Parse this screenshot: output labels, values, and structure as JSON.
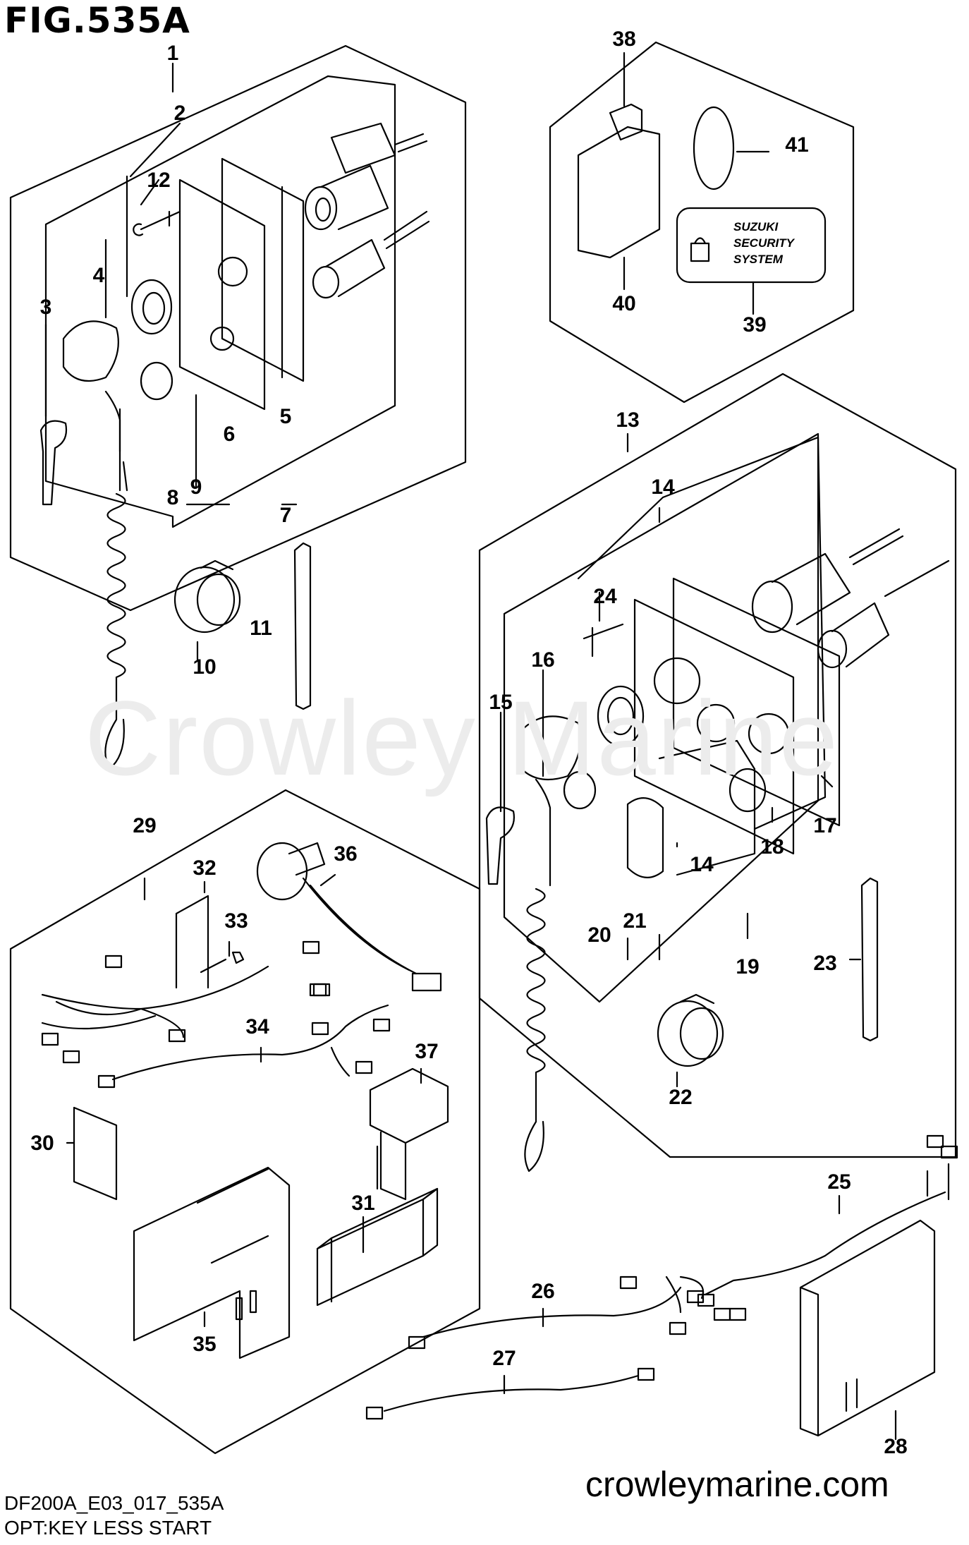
{
  "figure": {
    "title": "FIG.535A",
    "model_code": "DF200A_E03_017_535A",
    "subtitle": "OPT:KEY LESS START",
    "website": "crowleymarine.com",
    "watermark": "Crowley Marine"
  },
  "badge": {
    "lines": [
      "SUZUKI",
      "SECURITY",
      "SYSTEM"
    ]
  },
  "callouts": [
    "1",
    "2",
    "3",
    "4",
    "5",
    "6",
    "7",
    "8",
    "9",
    "10",
    "11",
    "12",
    "13",
    "14",
    "14",
    "15",
    "16",
    "17",
    "18",
    "19",
    "20",
    "21",
    "22",
    "23",
    "24",
    "25",
    "26",
    "27",
    "28",
    "29",
    "30",
    "31",
    "32",
    "33",
    "34",
    "35",
    "36",
    "37",
    "38",
    "39",
    "40",
    "41"
  ],
  "colors": {
    "ink": "#000000",
    "watermark": "#ececec",
    "background": "#ffffff"
  }
}
